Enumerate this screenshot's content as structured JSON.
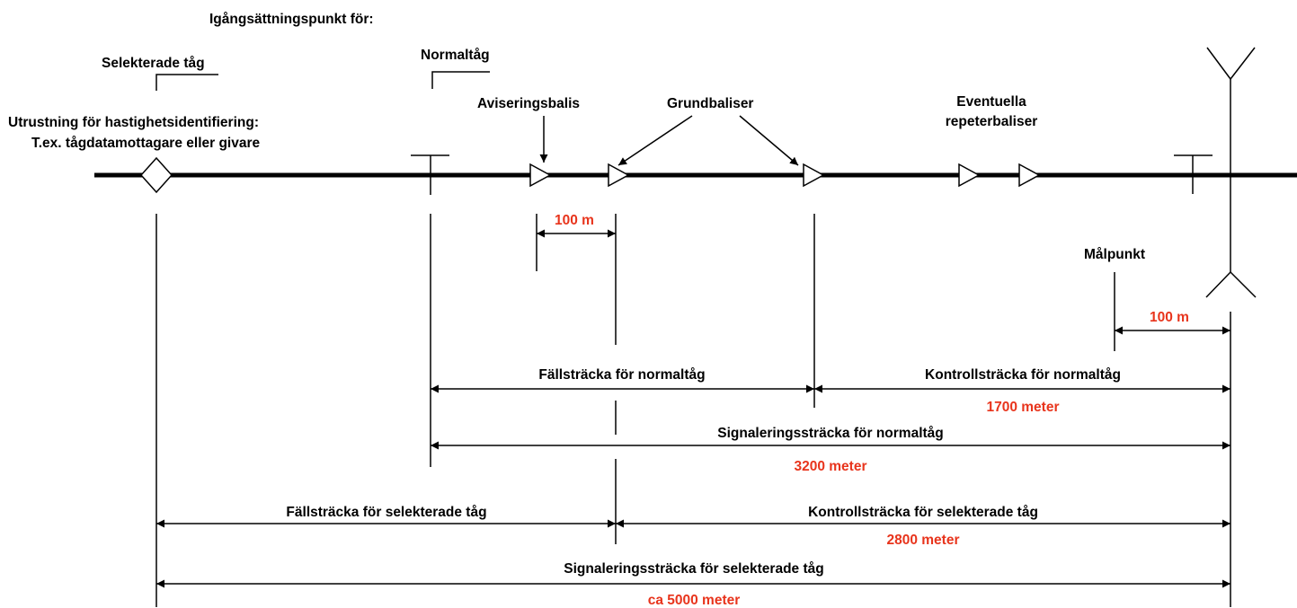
{
  "colors": {
    "measure": "#e8341c",
    "line": "#000000",
    "background": "#ffffff"
  },
  "header": {
    "title": "Igångsättningspunkt för:"
  },
  "labels": {
    "selected_trains": "Selekterade tåg",
    "normal_train": "Normaltåg",
    "speed_equipment_line1": "Utrustning för hastighetsidentifiering:",
    "speed_equipment_line2": "T.ex. tågdatamottagare eller givare",
    "advance_balise": "Aviseringsbalis",
    "base_balises": "Grundbaliser",
    "repeater_line1": "Eventuella",
    "repeater_line2": "repeterbaliser",
    "target_point": "Målpunkt"
  },
  "measurements": {
    "advance_distance": "100 m",
    "target_distance": "100 m",
    "fall_normal": "Fällsträcka för normaltåg",
    "control_normal": "Kontrollsträcka för normaltåg",
    "control_normal_length": "1700 meter",
    "signal_normal": "Signaleringssträcka för normaltåg",
    "signal_normal_length": "3200 meter",
    "fall_selected": "Fällsträcka för selekterade tåg",
    "control_selected": "Kontrollsträcka för selekterade tåg",
    "control_selected_length": "2800 meter",
    "signal_selected": "Signaleringssträcka för selekterade tåg",
    "signal_selected_length": "ca 5000 meter"
  },
  "icons": {
    "speed_detector": "diamond-icon",
    "balise": "triangle-icon",
    "start_point": "t-marker-icon",
    "signal": "signal-fork-icon"
  }
}
